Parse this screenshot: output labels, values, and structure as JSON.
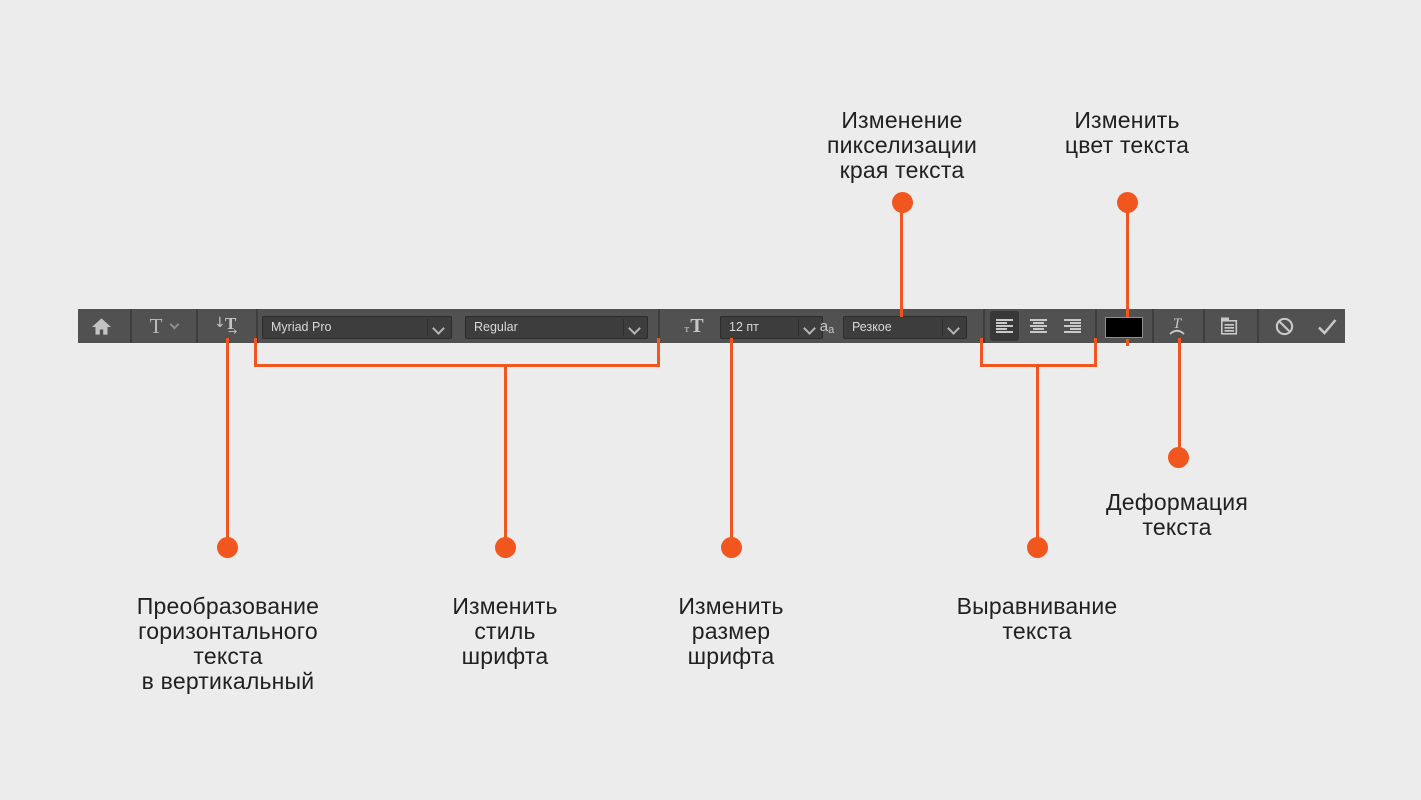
{
  "colors": {
    "background": "#ececec",
    "toolbar": "#515151",
    "field": "#3d3d3d",
    "field_border": "#2c2c2c",
    "divider": "#3e3e3e",
    "icon": "#c7c7c7",
    "field_text": "#d9d9d9",
    "selected_button": "#383838",
    "swatch": "#000000",
    "accent": "#f0561e",
    "label_text": "#212121"
  },
  "toolbar": {
    "icons": {
      "home": "home-icon",
      "text_tool_glyph": "T",
      "orientation": {
        "down_arrow": "↓",
        "letter": "T",
        "right_arrow": "→"
      },
      "size": {
        "small": "т",
        "large": "T"
      },
      "anti_alias": {
        "large": "a",
        "small": "a"
      },
      "warp_letter": "T",
      "panels": "panels-icon",
      "cancel": "cancel-icon",
      "commit": "check-icon"
    },
    "fields": {
      "font_family": {
        "value": "Myriad Pro"
      },
      "font_style": {
        "value": "Regular"
      },
      "font_size": {
        "value": "12 пт"
      },
      "anti_alias": {
        "value": "Резкое"
      }
    },
    "alignment": {
      "options": [
        "left",
        "center",
        "right"
      ],
      "selected": "left"
    }
  },
  "callouts": {
    "anti_alias": {
      "lines": [
        "Изменение",
        "пикселизации",
        "края текста"
      ]
    },
    "color": {
      "lines": [
        "Изменить",
        "цвет текста"
      ]
    },
    "orientation": {
      "lines": [
        "Преобразование",
        "горизонтального",
        "текста",
        "в вертикальный"
      ]
    },
    "font_style": {
      "lines": [
        "Изменить",
        "стиль",
        "шрифта"
      ]
    },
    "font_size": {
      "lines": [
        "Изменить",
        "размер",
        "шрифта"
      ]
    },
    "alignment": {
      "lines": [
        "Выравнивание",
        "текста"
      ]
    },
    "warp": {
      "lines": [
        "Деформация",
        "текста"
      ]
    }
  }
}
